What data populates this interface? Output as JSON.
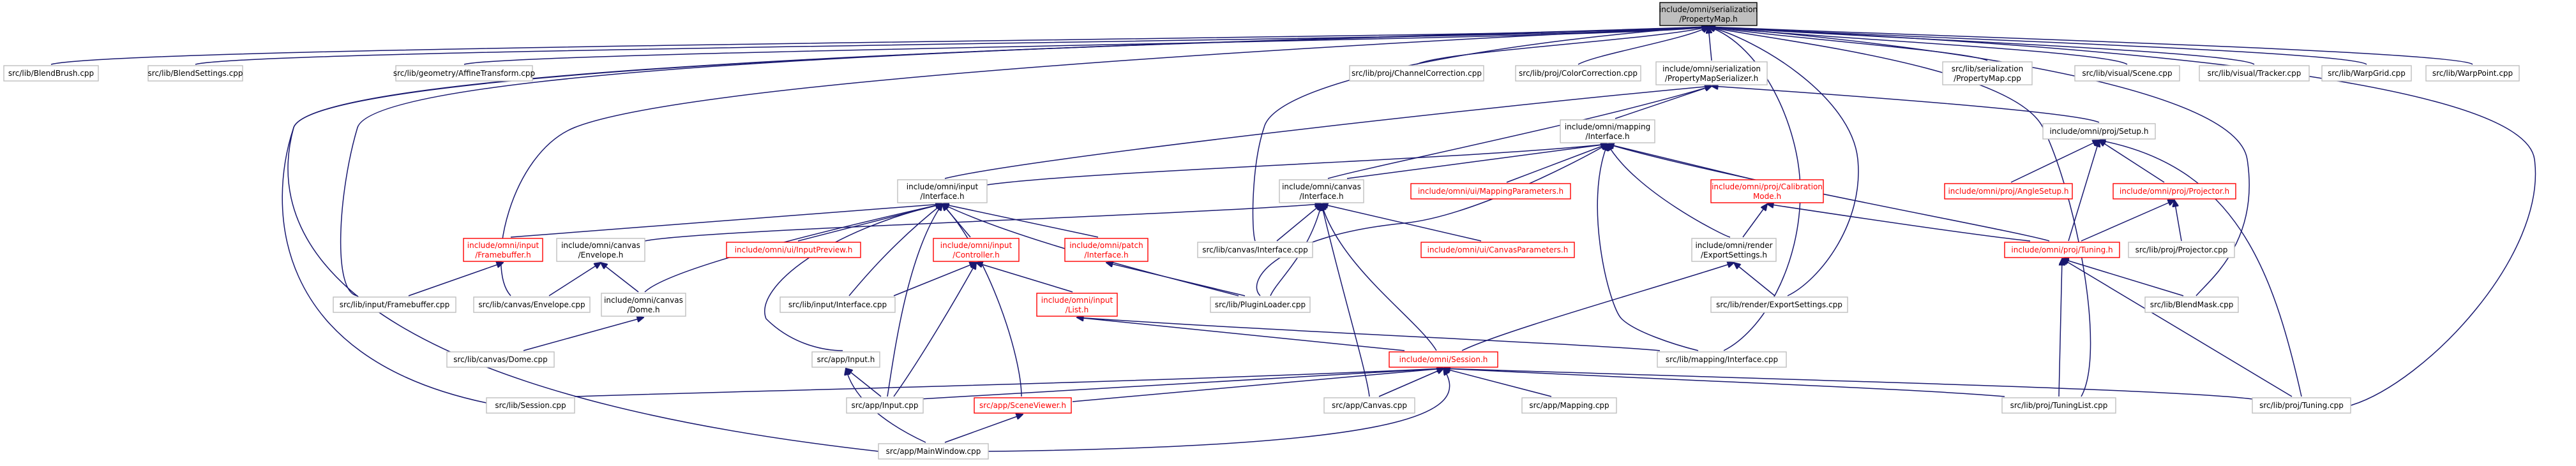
{
  "diagram": {
    "root": {
      "line1": "include/omni/serialization",
      "line2": "/PropertyMap.h"
    },
    "nodes": {
      "blendbrush": "src/lib/BlendBrush.cpp",
      "blendsettings": "src/lib/BlendSettings.cpp",
      "affine": "src/lib/geometry/AffineTransform.cpp",
      "channelcorr": "src/lib/proj/ChannelCorrection.cpp",
      "colorcorr": "src/lib/proj/ColorCorrection.cpp",
      "pmser": {
        "line1": "include/omni/serialization",
        "line2": "/PropertyMapSerializer.h"
      },
      "serpm": {
        "line1": "src/lib/serialization",
        "line2": "/PropertyMap.cpp"
      },
      "visualscene": "src/lib/visual/Scene.cpp",
      "visualtracker": "src/lib/visual/Tracker.cpp",
      "warpgrid": "src/lib/WarpGrid.cpp",
      "warppoint": "src/lib/WarpPoint.cpp",
      "mapinterface": {
        "line1": "include/omni/mapping",
        "line2": "/Interface.h"
      },
      "projsetup": "include/omni/proj/Setup.h",
      "inputinterface": {
        "line1": "include/omni/input",
        "line2": "/Interface.h"
      },
      "canvasinterface": {
        "line1": "include/omni/canvas",
        "line2": "/Interface.h"
      },
      "mappingparams": "include/omni/ui/MappingParameters.h",
      "calibmode": {
        "line1": "include/omni/proj/Calibration",
        "line2": "Mode.h"
      },
      "anglesetup": "include/omni/proj/AngleSetup.h",
      "projector": "include/omni/proj/Projector.h",
      "framebufferh": {
        "line1": "include/omni/input",
        "line2": "/Framebuffer.h"
      },
      "envelopeh": {
        "line1": "include/omni/canvas",
        "line2": "/Envelope.h"
      },
      "inputpreview": "include/omni/ui/InputPreview.h",
      "controllerh": {
        "line1": "include/omni/input",
        "line2": "/Controller.h"
      },
      "patchinterface": {
        "line1": "include/omni/patch",
        "line2": "/Interface.h"
      },
      "canvasinterfacecpp": "src/lib/canvas/Interface.cpp",
      "canvasparams": "include/omni/ui/CanvasParameters.h",
      "exportsettingsh": {
        "line1": "include/omni/render",
        "line2": "/ExportSettings.h"
      },
      "tuningh": "include/omni/proj/Tuning.h",
      "projectorcpp": "src/lib/proj/Projector.cpp",
      "framebuffercpp": "src/lib/input/Framebuffer.cpp",
      "envelopecpp": "src/lib/canvas/Envelope.cpp",
      "domeh": {
        "line1": "include/omni/canvas",
        "line2": "/Dome.h"
      },
      "inputinterfacecpp": "src/lib/input/Interface.cpp",
      "listh": {
        "line1": "include/omni/input",
        "line2": "/List.h"
      },
      "pluginloader": "src/lib/PluginLoader.cpp",
      "exportsettingscpp": "src/lib/render/ExportSettings.cpp",
      "blendmask": "src/lib/BlendMask.cpp",
      "domecpp": "src/lib/canvas/Dome.cpp",
      "inputh": "src/app/Input.h",
      "sessionh": "include/omni/Session.h",
      "mappinginterfacecpp": "src/lib/mapping/Interface.cpp",
      "sessioncpp": "src/lib/Session.cpp",
      "inputcpp": "src/app/Input.cpp",
      "sceneviewer": "src/app/SceneViewer.h",
      "canvascpp": "src/app/Canvas.cpp",
      "mappingcpp": "src/app/Mapping.cpp",
      "tuninglist": "src/lib/proj/TuningList.cpp",
      "tuningcpp": "src/lib/proj/Tuning.cpp",
      "mainwindow": "src/app/MainWindow.cpp"
    },
    "colors": {
      "edge": "#191970",
      "root_fill": "#bfbfbf",
      "node_border": "#bfbfbf",
      "incomplete_border": "#ff0000"
    }
  }
}
